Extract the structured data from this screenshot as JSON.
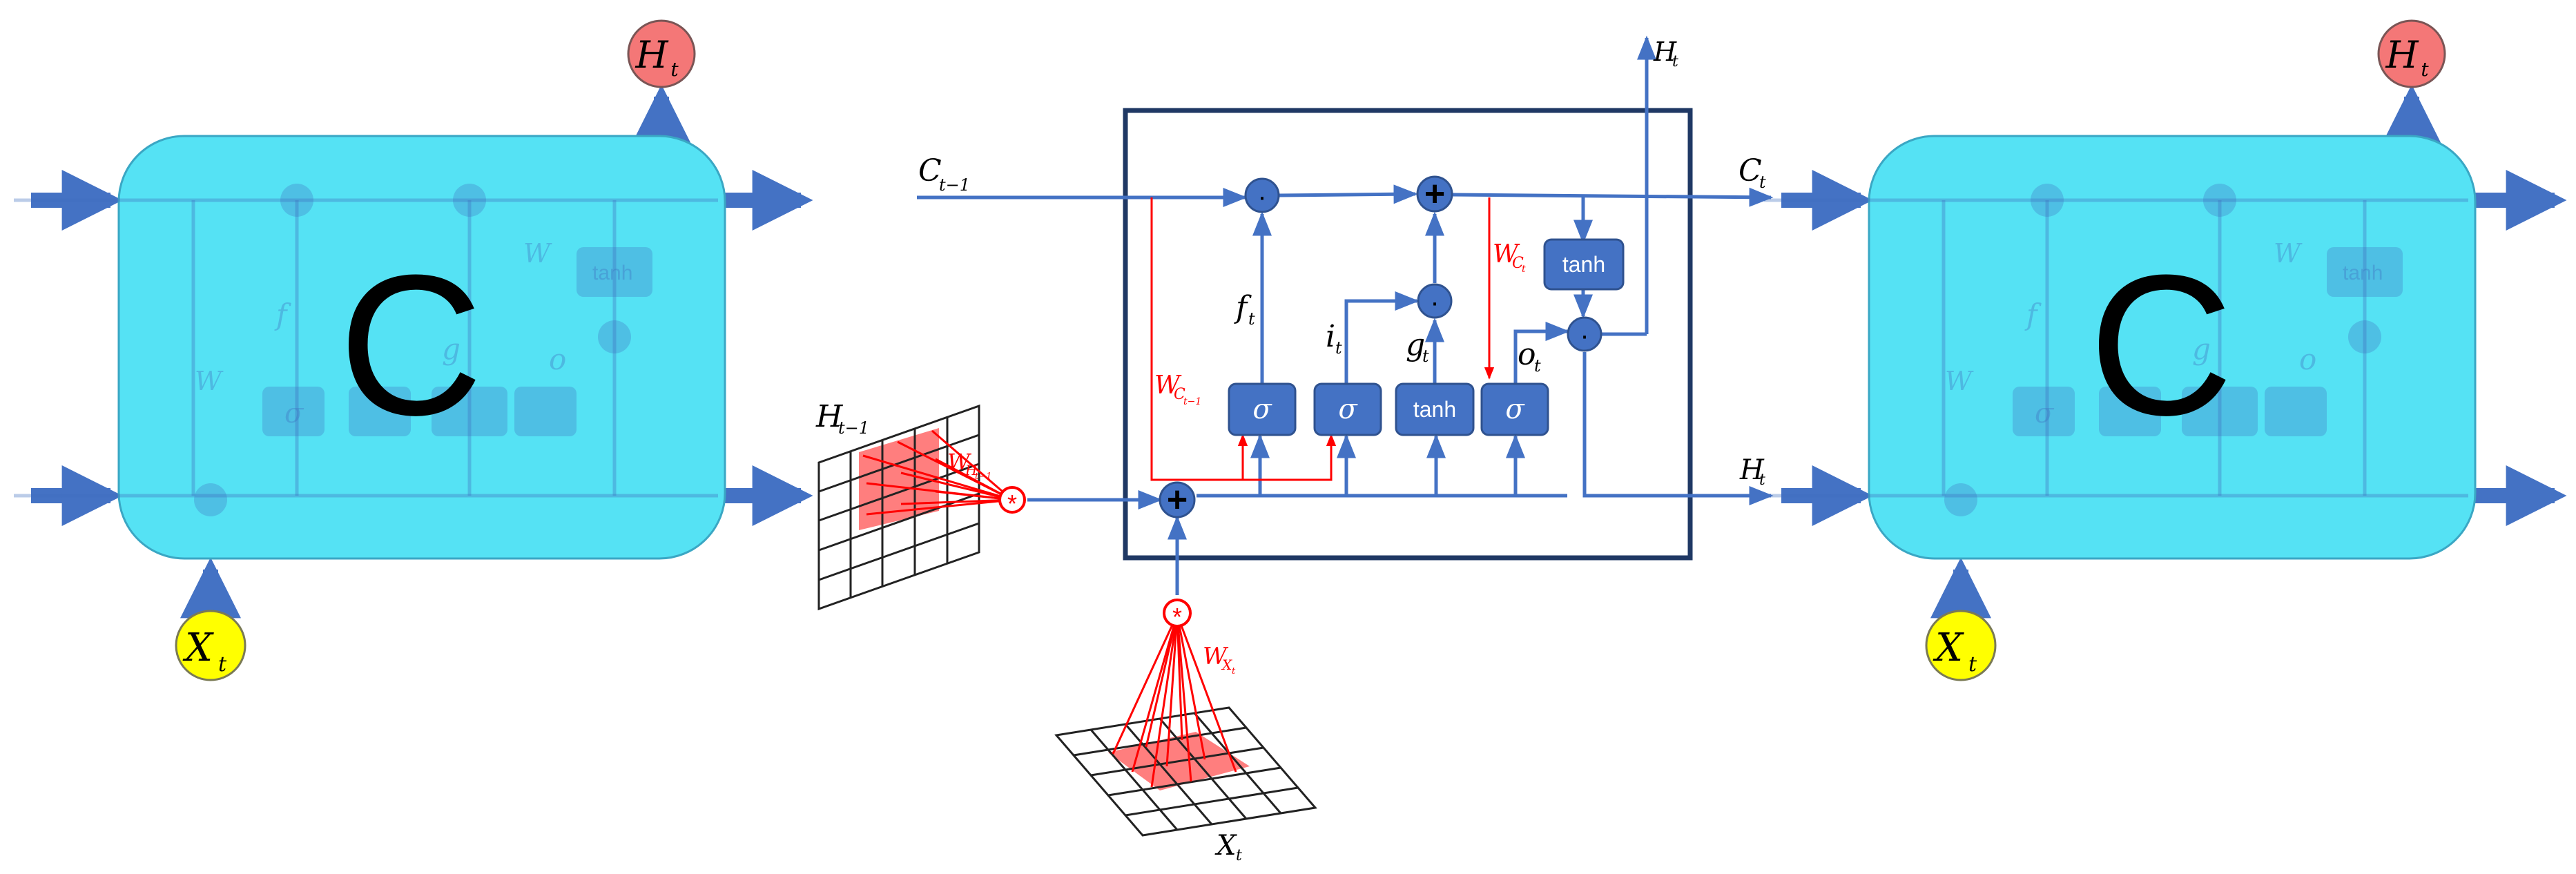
{
  "cell_block": {
    "letter": "C",
    "ghost_labels": {
      "f": "f",
      "g": "g",
      "o": "o",
      "w": "W",
      "tanh": "tanh",
      "sigma": "σ"
    },
    "input_label": "X",
    "input_sub": "t",
    "output_label": "H",
    "output_sub": "t"
  },
  "detail": {
    "c_prev": {
      "main": "C",
      "sub": "t−1"
    },
    "c_out": {
      "main": "C",
      "sub": "t"
    },
    "h_top": {
      "main": "H",
      "sub": "t"
    },
    "h_out": {
      "main": "H",
      "sub": "t"
    },
    "f_gate": {
      "main": "f",
      "sub": "t"
    },
    "i_gate": {
      "main": "i",
      "sub": "t"
    },
    "g_gate": {
      "main": "g",
      "sub": "t"
    },
    "o_gate": {
      "main": "o",
      "sub": "t"
    },
    "sigma": "σ",
    "tanh": "tanh",
    "w_c_prev": {
      "main": "W",
      "sub": "C",
      "subsub": "t−1"
    },
    "w_c_t": {
      "main": "W",
      "sub": "C",
      "subsub": "t"
    },
    "w_h_prev": {
      "main": "W",
      "sub": "H",
      "subsub": "t−1"
    },
    "w_x_t": {
      "main": "W",
      "sub": "X",
      "subsub": "t"
    },
    "h_prev_grid": {
      "main": "H",
      "sub": "t−1"
    },
    "x_grid": {
      "main": "X",
      "sub": "t"
    },
    "dot": "·",
    "plus": "+",
    "star": "*"
  },
  "colors": {
    "cell_fill": "#55E2F4",
    "arrow_blue": "#4472C4",
    "node_blue": "#4472C4",
    "frame_navy": "#1F3864",
    "kernel_red": "#FF0000",
    "output_node": "#F47777",
    "input_node": "#FFFF00"
  }
}
